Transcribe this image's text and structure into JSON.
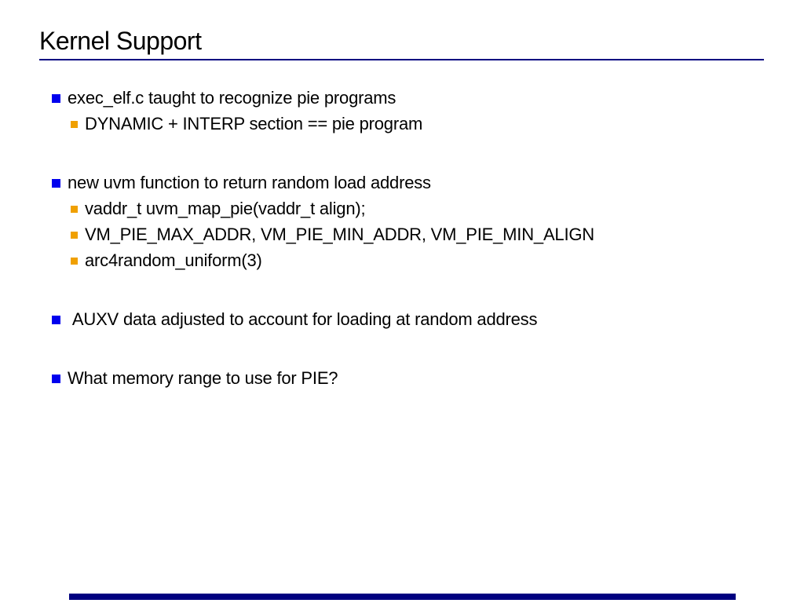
{
  "slide": {
    "title": "Kernel Support",
    "colors": {
      "background": "#ffffff",
      "text": "#000000",
      "rule": "#000080",
      "bullet_l1": "#0000ee",
      "bullet_l2": "#f0a000",
      "gauge": "#000080"
    },
    "groups": [
      {
        "items": [
          {
            "level": 1,
            "text": "exec_elf.c taught to recognize pie programs"
          },
          {
            "level": 2,
            "text": "DYNAMIC + INTERP section == pie program"
          }
        ]
      },
      {
        "items": [
          {
            "level": 1,
            "text": "new uvm function to return random load address"
          },
          {
            "level": 2,
            "text": "vaddr_t uvm_map_pie(vaddr_t align);"
          },
          {
            "level": 2,
            "text": "VM_PIE_MAX_ADDR, VM_PIE_MIN_ADDR, VM_PIE_MIN_ALIGN"
          },
          {
            "level": 2,
            "text": "arc4random_uniform(3)"
          }
        ]
      },
      {
        "items": [
          {
            "level": 1,
            "text": " AUXV data adjusted to account for loading at random address"
          }
        ]
      },
      {
        "items": [
          {
            "level": 1,
            "text": "What memory range to use for PIE?"
          }
        ]
      }
    ]
  }
}
